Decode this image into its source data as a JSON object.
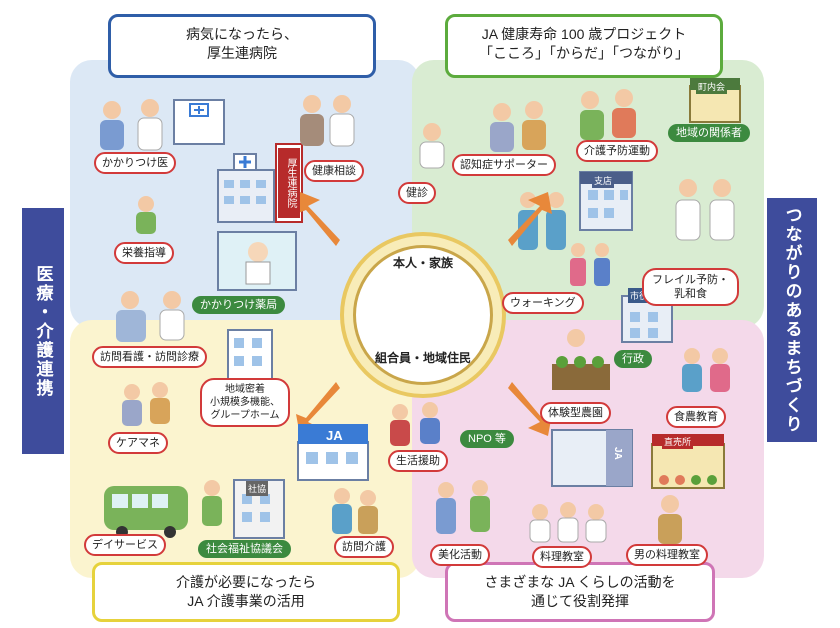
{
  "quadrants": {
    "top_left": {
      "title_line1": "病気になったら、",
      "title_line2": "厚生連病院"
    },
    "top_right": {
      "title_line1": "JA 健康寿命 100 歳プロジェクト",
      "title_line2": "「こころ」「からだ」「つながり」"
    },
    "bottom_left": {
      "title_line1": "介護が必要になったら",
      "title_line2": "JA 介護事業の活用"
    },
    "bottom_right": {
      "title_line1": "さまざまな JA くらしの活動を",
      "title_line2": "通じて役割発揮"
    }
  },
  "side_banners": {
    "left": "医療・介護連携",
    "right": "つながりのあるまちづくり"
  },
  "center": {
    "top": "本人・家族",
    "bottom": "組合員・地域住民"
  },
  "labels": {
    "kakaritsuke_doctor": "かかりつけ医",
    "health_consult": "健康相談",
    "nutrition": "栄養指導",
    "checkup": "健診",
    "pharmacy": "かかりつけ薬局",
    "dementia_supporter": "認知症サポーター",
    "care_prevention": "介護予防運動",
    "community": "地域の関係者",
    "walking": "ウォーキング",
    "frailty_line1": "フレイル予防・",
    "frailty_line2": "乳和食",
    "home_nursing": "訪問看護・訪問診療",
    "community_care_line1": "地域密着",
    "community_care_line2": "小規模多機能、",
    "community_care_line3": "グループホーム",
    "care_manager": "ケアマネ",
    "life_support": "生活援助",
    "npo": "NPO 等",
    "experience_farm": "体験型農園",
    "food_education": "食農教育",
    "government": "行政",
    "day_service": "デイサービス",
    "social_welfare": "社会福祉協議会",
    "home_care": "訪問介護",
    "beautification": "美化活動",
    "cooking_class": "料理教室",
    "mens_cooking": "男の料理教室"
  },
  "signs": {
    "hospital": "厚生連病院",
    "town_hall": "町内会",
    "branch": "支店",
    "city_hall": "市役所",
    "ja": "JA",
    "ja_building": "JA",
    "shakyo": "社協",
    "direct_sale": "直売所"
  },
  "colors": {
    "blue": "#2f5ea8",
    "green": "#5cab3d",
    "yellow": "#e6d23c",
    "pink": "#cf75b6",
    "navy": "#3e4c9c",
    "arrow": "#e8883a",
    "red": "#d23a3a"
  }
}
